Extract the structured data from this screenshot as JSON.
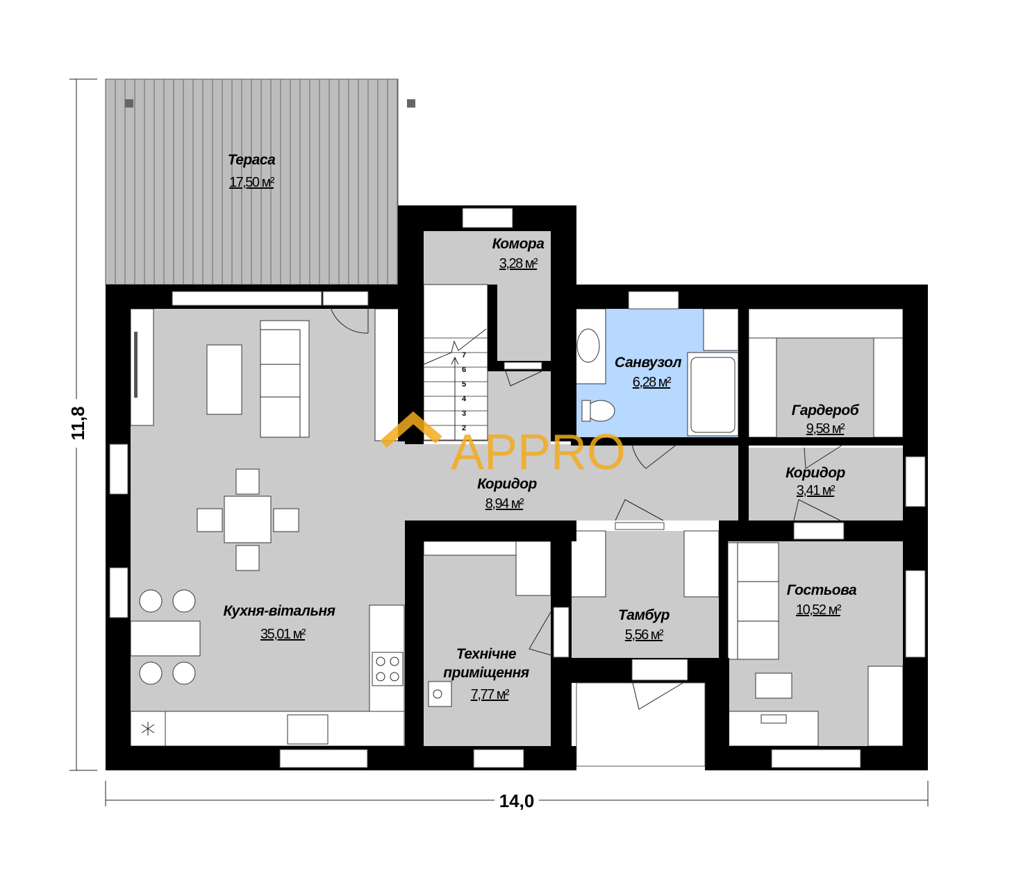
{
  "plan": {
    "rooms": [
      {
        "id": "terrace",
        "name": "Тераса",
        "area": "17,50 м²"
      },
      {
        "id": "pantry",
        "name": "Комора",
        "area": "3,28 м²"
      },
      {
        "id": "bathroom",
        "name": "Санвузол",
        "area": "6,28 м²"
      },
      {
        "id": "wardrobe",
        "name": "Гардероб",
        "area": "9,58 м²"
      },
      {
        "id": "corridor-main",
        "name": "Коридор",
        "area": "8,94 м²"
      },
      {
        "id": "corridor-small",
        "name": "Коридор",
        "area": "3,41 м²"
      },
      {
        "id": "kitchen-living",
        "name": "Кухня-вітальня",
        "area": "35,01 м²"
      },
      {
        "id": "technical",
        "name_line1": "Технічне",
        "name_line2": "приміщення",
        "area": "7,77 м²"
      },
      {
        "id": "vestibule",
        "name": "Тамбур",
        "area": "5,56 м²"
      },
      {
        "id": "guest",
        "name": "Гостьова",
        "area": "10,52 м²"
      }
    ],
    "stairs": [
      "2",
      "3",
      "4",
      "5",
      "6",
      "7"
    ],
    "dimensions": {
      "height": "11,8",
      "width": "14,0"
    }
  },
  "watermark": {
    "text": "APPRO",
    "color": "#f3ab1c"
  },
  "colors": {
    "wall": "#000000",
    "floor": "#cbcbcb",
    "bathroom": "#b7d8ff",
    "terrace": "#bdbdbd"
  }
}
